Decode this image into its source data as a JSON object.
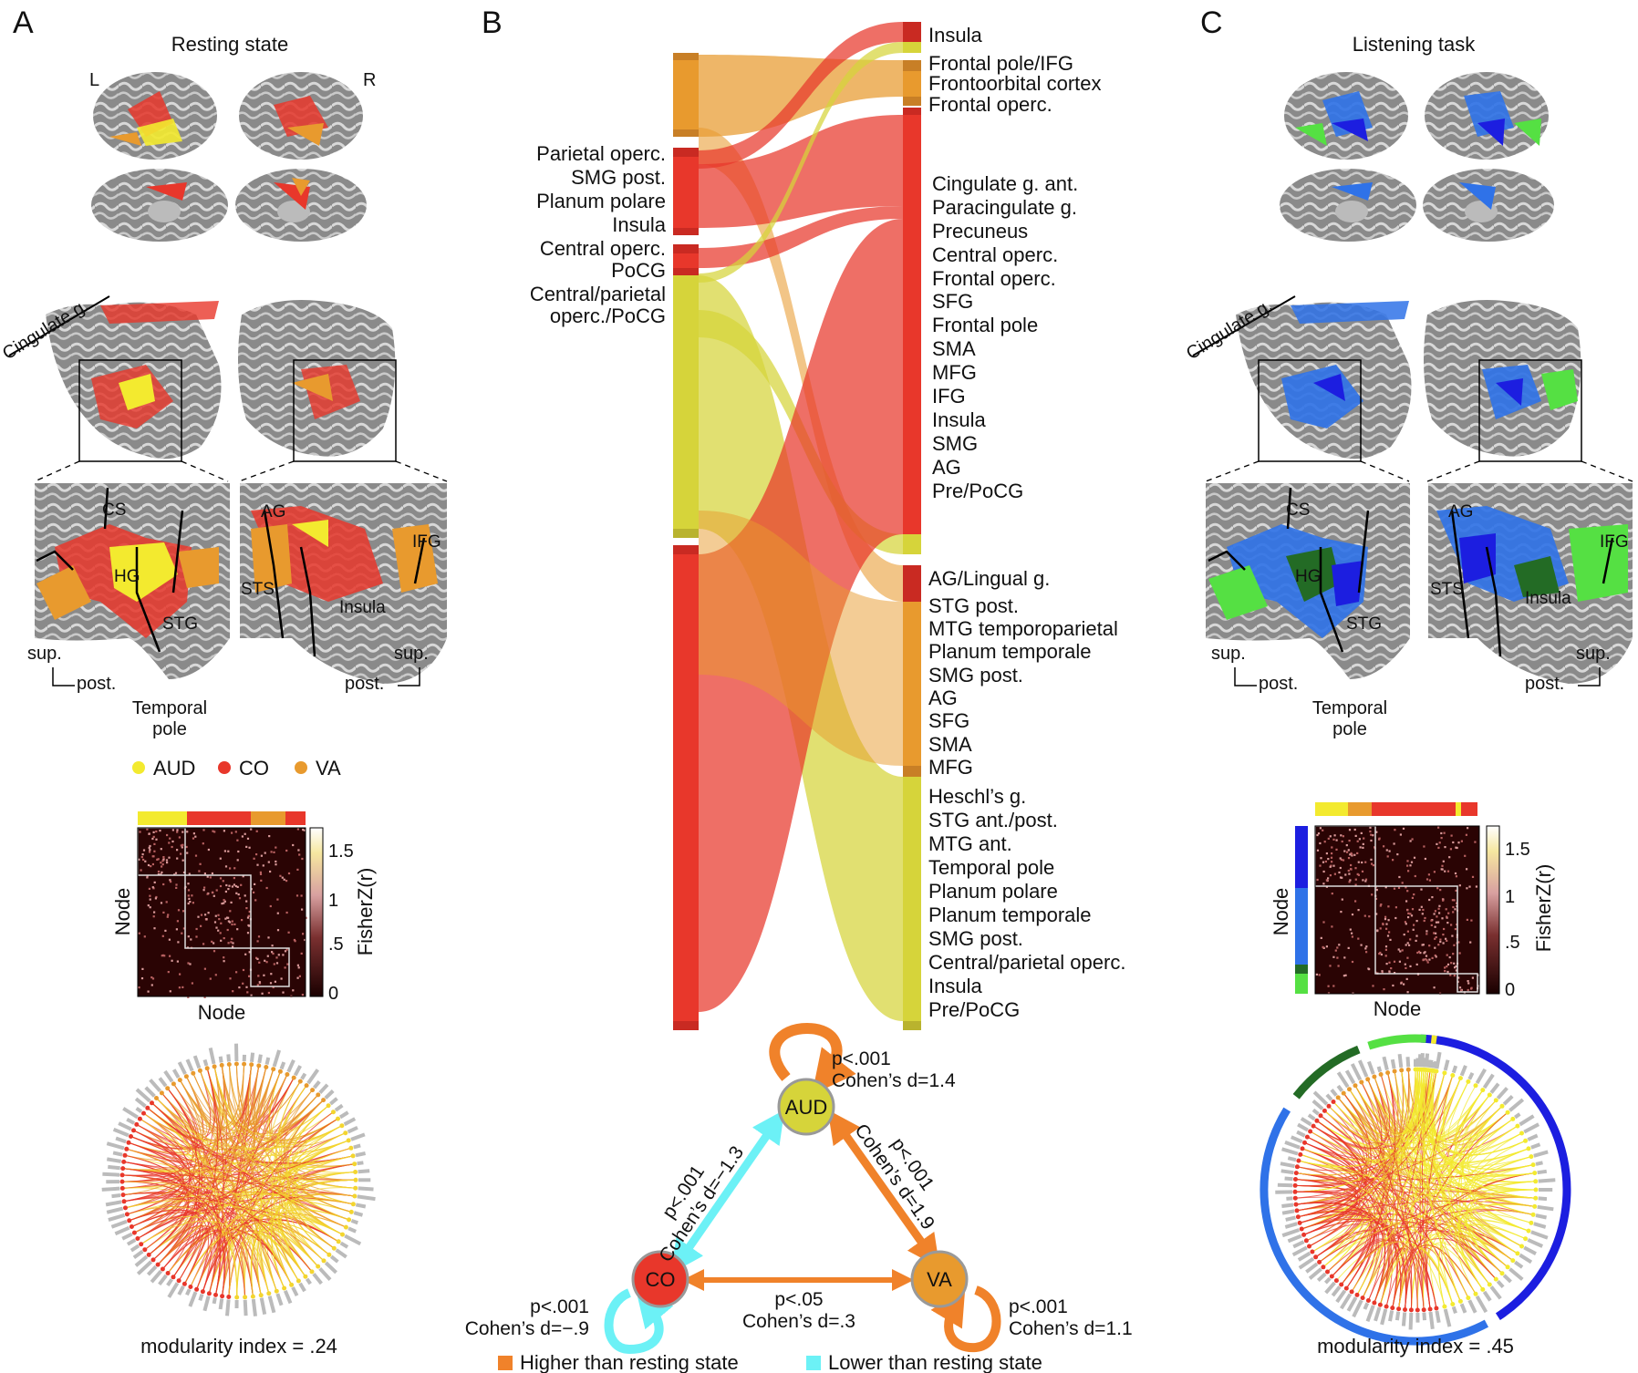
{
  "panel_a": {
    "letter": "A",
    "title": "Resting state",
    "hemi_left": "L",
    "hemi_right": "R",
    "flat_label_cingulate": "Cingulate g.",
    "zoom_left_labels": [
      "CS",
      "HG",
      "STG"
    ],
    "zoom_right_labels": [
      "AG",
      "IFG",
      "STS",
      "Insula"
    ],
    "orient_left_sup": "sup.",
    "orient_left_post": "post.",
    "orient_right_sup": "sup.",
    "orient_right_post": "post.",
    "temporal_pole_1": "Temporal",
    "temporal_pole_2": "pole",
    "legend": [
      {
        "label": "AUD",
        "color": "#f3ea2f"
      },
      {
        "label": "CO",
        "color": "#e8372b"
      },
      {
        "label": "VA",
        "color": "#e89a2e"
      }
    ],
    "matrix_xlabel": "Node",
    "matrix_ylabel": "Node",
    "colorbar_label": "FisherZ(r)",
    "colorbar_ticks": [
      "1.5",
      "1",
      ".5",
      "0"
    ],
    "modularity": "modularity index = .24"
  },
  "panel_b": {
    "letter": "B",
    "left_labels": [
      "Parietal  operc.",
      "SMG post.",
      "Planum polare",
      "Insula",
      "Central operc.",
      "PoCG",
      "Central/parietal",
      "operc./PoCG"
    ],
    "right_labels_top": [
      "Insula",
      "Frontal pole/IFG",
      "Frontoorbital cortex",
      "Frontal operc."
    ],
    "right_labels_co": [
      "Cingulate g. ant.",
      "Paracingulate g.",
      "Precuneus",
      "Central operc.",
      "Frontal operc.",
      "SFG",
      "Frontal pole",
      "SMA",
      "MFG",
      "IFG",
      "Insula",
      "SMG",
      "AG",
      "Pre/PoCG"
    ],
    "right_labels_va": [
      "AG/Lingual g.",
      "STG post.",
      "MTG temporoparietal",
      "Planum temporale",
      "SMG post.",
      "AG",
      "SFG",
      "SMA",
      "MFG"
    ],
    "right_labels_aud": [
      "Heschl’s g.",
      "STG ant./post.",
      "MTG ant.",
      "Temporal pole",
      "Planum polare",
      "Planum temporale",
      "SMG post.",
      "Central/parietal operc.",
      "Insula",
      "Pre/PoCG"
    ],
    "network": {
      "nodes": [
        {
          "label": "AUD",
          "color": "#d6d43a"
        },
        {
          "label": "CO",
          "color": "#e8372b"
        },
        {
          "label": "VA",
          "color": "#e89a2e"
        }
      ],
      "aud_self_p": "p<.001",
      "aud_self_d": "Cohen’s d=1.4",
      "co_aud_p": "p<.001",
      "co_aud_d": "Cohen’s d=−1.3",
      "aud_va_p": "p<.001",
      "aud_va_d": "Cohen’s d=1.9",
      "co_va_p": "p<.05",
      "co_va_d": "Cohen’s d=.3",
      "co_self_p": "p<.001",
      "co_self_d": "Cohen’s d=−.9",
      "va_self_p": "p<.001",
      "va_self_d": "Cohen’s d=1.1"
    },
    "legend_higher": "Higher than resting state",
    "legend_lower": "Lower than resting state",
    "color_higher": "#f0822a",
    "color_lower": "#6cf1f6"
  },
  "panel_c": {
    "letter": "C",
    "title": "Listening task",
    "flat_label_cingulate": "Cingulate g.",
    "zoom_left_labels": [
      "CS",
      "HG",
      "STG"
    ],
    "zoom_right_labels": [
      "AG",
      "IFG",
      "STS",
      "Insula"
    ],
    "orient_left_sup": "sup.",
    "orient_left_post": "post.",
    "orient_right_sup": "sup.",
    "orient_right_post": "post.",
    "temporal_pole_1": "Temporal",
    "temporal_pole_2": "pole",
    "matrix_xlabel": "Node",
    "matrix_ylabel": "Node",
    "colorbar_label": "FisherZ(r)",
    "colorbar_ticks": [
      "1.5",
      "1",
      ".5",
      "0"
    ],
    "modularity": "modularity index = .45"
  }
}
